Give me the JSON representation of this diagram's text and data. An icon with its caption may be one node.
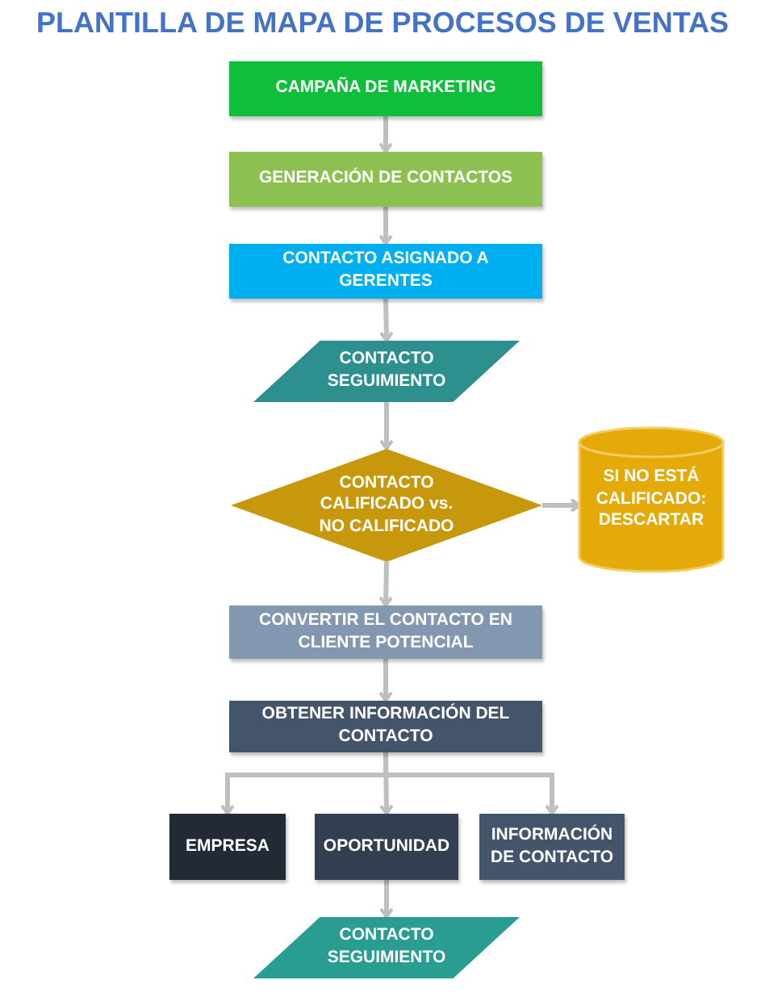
{
  "diagram": {
    "title": "PLANTILLA DE MAPA DE PROCESOS DE VENTAS",
    "nodes": [
      {
        "text": [
          "CAMPAÑA DE MARKETING"
        ]
      },
      {
        "text": [
          "GENERACIÓN DE CONTACTOS"
        ]
      },
      {
        "text": [
          "CONTACTO ASIGNADO A GERENTES"
        ]
      },
      {
        "text": [
          "CONTACTO SEGUIMIENTO"
        ]
      },
      {
        "text": [
          "CONTACTO CALIFICADO vs. NO CALIFICADO"
        ]
      },
      {
        "text": [
          "SI NO ESTÁ CALIFICADO: DESCARTAR"
        ]
      },
      {
        "text": [
          "CONVERTIR EL CONTACTO EN CLIENTE POTENCIAL"
        ]
      },
      {
        "text": [
          "OBTENER INFORMACIÓN DEL CONTACTO"
        ]
      },
      {
        "text": [
          "EMPRESA"
        ]
      },
      {
        "text": [
          "OPORTUNIDAD"
        ]
      },
      {
        "text": [
          "INFORMACIÓN DE CONTACTO"
        ]
      },
      {
        "text": [
          "CONTACTO SEGUIMIENTO"
        ]
      }
    ],
    "edges": [
      {
        "from": 0,
        "to": 1,
        "arrow": "to"
      },
      {
        "from": 1,
        "to": 2,
        "arrow": "to"
      },
      {
        "from": 2,
        "to": 3,
        "arrow": "to"
      },
      {
        "from": 3,
        "to": 4,
        "arrow": "to"
      },
      {
        "from": 4,
        "to": 5,
        "arrow": "to"
      },
      {
        "from": 4,
        "to": 6,
        "arrow": "to"
      },
      {
        "from": 6,
        "to": 7,
        "arrow": "to"
      },
      {
        "from": 7,
        "to": 8,
        "arrow": "to"
      },
      {
        "from": 7,
        "to": 9,
        "arrow": "to"
      },
      {
        "from": 7,
        "to": 10,
        "arrow": "to"
      },
      {
        "from": 9,
        "to": 11,
        "arrow": "to"
      }
    ]
  }
}
